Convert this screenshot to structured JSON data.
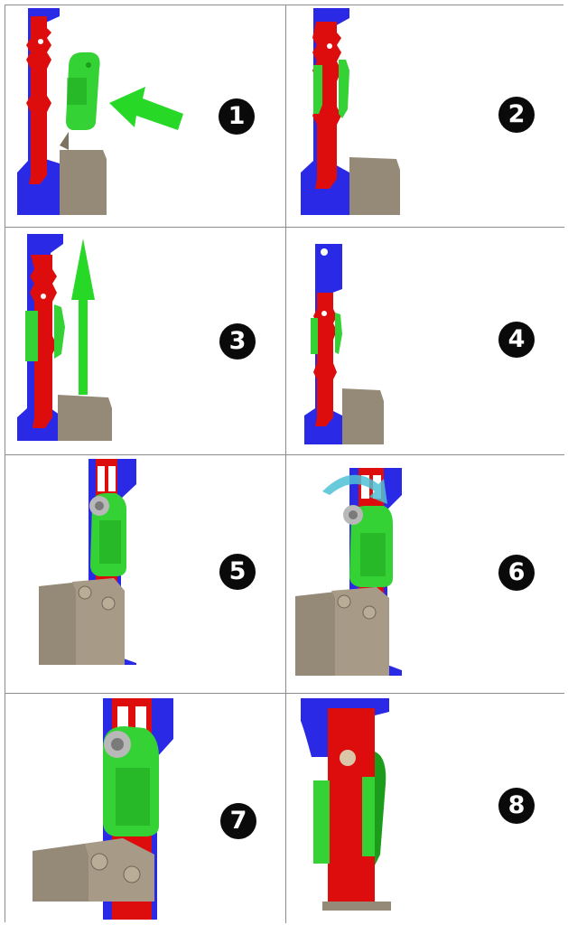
{
  "steps": [
    {
      "number": "1",
      "action": "insert-arrow"
    },
    {
      "number": "2",
      "action": "none"
    },
    {
      "number": "3",
      "action": "slide-up-arrow"
    },
    {
      "number": "4",
      "action": "none"
    },
    {
      "number": "5",
      "action": "none"
    },
    {
      "number": "6",
      "action": "rotate-arrow"
    },
    {
      "number": "7",
      "action": "none"
    },
    {
      "number": "8",
      "action": "none"
    }
  ],
  "colors": {
    "rail_red": "#dd0d0d",
    "clip_green": "#34d234",
    "clip_green_dark": "#1b9c1b",
    "arrow_green": "#27d827",
    "base_blue": "#2a2ae6",
    "block_tan": "#958a78",
    "block_tan_dark": "#7d7362",
    "rotate_cyan": "#4fc1d6",
    "screw_gray": "#b8b8b8",
    "grid_line": "#8c8c8c",
    "badge_black": "#0a0a0a"
  }
}
